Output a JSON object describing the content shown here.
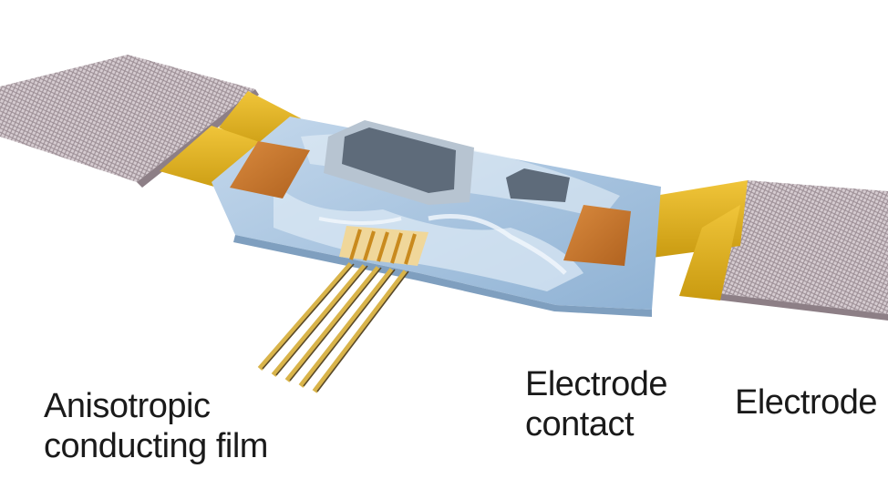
{
  "labels": {
    "anisotropic_film": {
      "line1": "Anisotropic",
      "line2": "conducting film"
    },
    "electrode_contact": {
      "line1": "Electrode",
      "line2": "contact"
    },
    "electrode": {
      "text": "Electrode"
    }
  },
  "colors": {
    "background": "#ffffff",
    "mesh": "#b9acb2",
    "flex_cable": "#e0b21c",
    "substrate": "#a9c4de",
    "contact_pad": "#c9772f",
    "chip": "#6f7d8c",
    "ribbon_lines": "#c9a13c"
  }
}
